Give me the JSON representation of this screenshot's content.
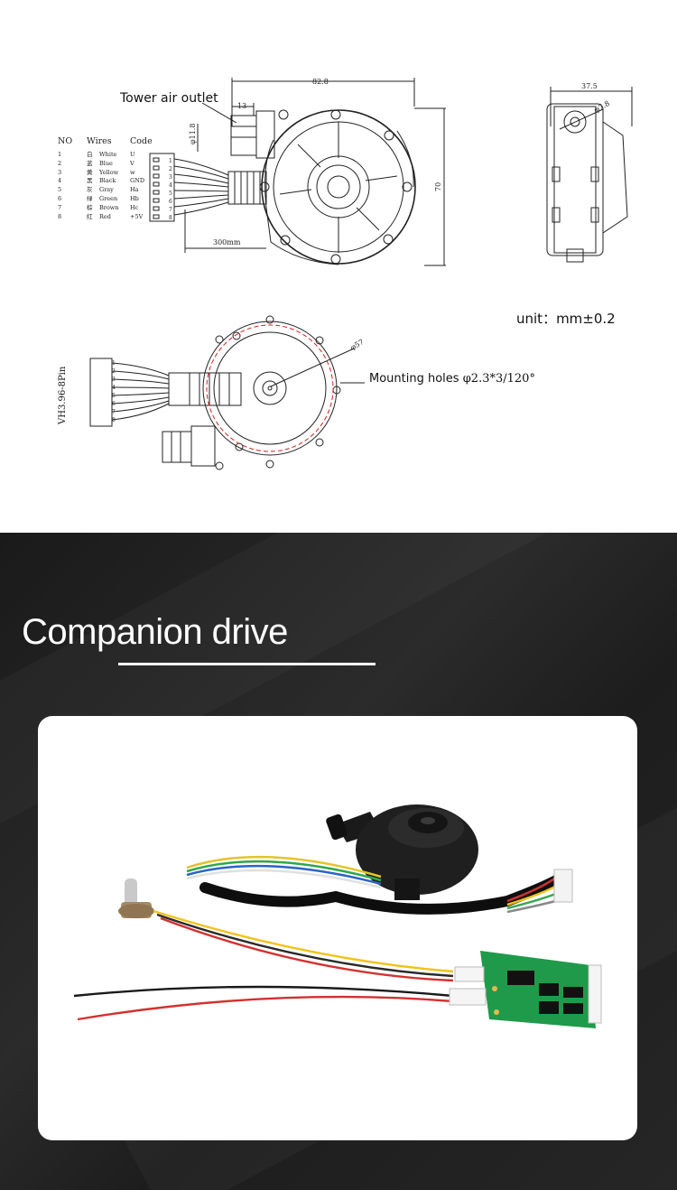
{
  "drawing": {
    "tower_label": "Tower air outlet",
    "unit_label": "unit：mm±0.2",
    "mounting_label": "Mounting holes",
    "mounting_spec": "φ2.3*3/120°",
    "connector_label": "VH3.96-8Pin",
    "dims": {
      "width": "82.8",
      "outlet_width": "13",
      "outlet_dia": "φ11.8",
      "height": "70",
      "cable_length": "300mm",
      "depth": "37.5",
      "side_hole": "φ7.8",
      "diameter": "φ57"
    },
    "wire_table": {
      "headers": [
        "NO",
        "Wires",
        "Code"
      ],
      "rows": [
        {
          "no": "1",
          "zh": "白",
          "wire": "White",
          "code": "U"
        },
        {
          "no": "2",
          "zh": "蓝",
          "wire": "Blue",
          "code": "V"
        },
        {
          "no": "3",
          "zh": "黄",
          "wire": "Yellow",
          "code": "w"
        },
        {
          "no": "4",
          "zh": "黑",
          "wire": "Black",
          "code": "GND"
        },
        {
          "no": "5",
          "zh": "灰",
          "wire": "Gray",
          "code": "Ha"
        },
        {
          "no": "6",
          "zh": "绿",
          "wire": "Green",
          "code": "Hb"
        },
        {
          "no": "7",
          "zh": "棕",
          "wire": "Brown",
          "code": "Hc"
        },
        {
          "no": "8",
          "zh": "红",
          "wire": "Red",
          "code": "+5V"
        }
      ],
      "pins": [
        "1",
        "2",
        "3",
        "4",
        "5",
        "6",
        "7",
        "8"
      ]
    }
  },
  "section": {
    "title": "Companion drive"
  },
  "colors": {
    "dark_bg": "#222222",
    "dim_red": "#d42020",
    "pcb_green": "#1f9a4a"
  },
  "photo": {
    "icons": [
      "blower-fan-icon",
      "potentiometer-icon",
      "driver-board-icon",
      "cable-icon"
    ]
  }
}
